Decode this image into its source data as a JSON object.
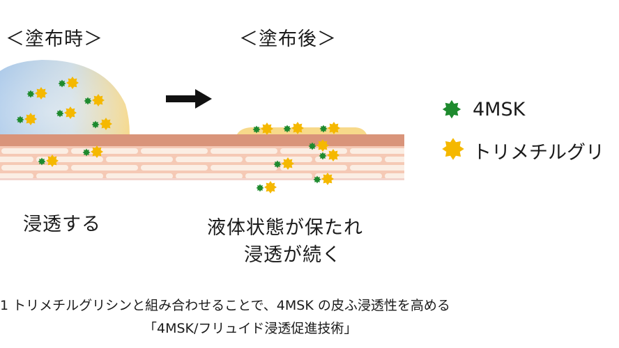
{
  "labels": {
    "before": "＜塗布時＞",
    "after": "＜塗布後＞"
  },
  "descriptions": {
    "before": "浸透する",
    "after_line1": "液体状態が保たれ",
    "after_line2": "浸透が続く"
  },
  "legend": {
    "item1": "4MSK",
    "item2": "トリメチルグリ"
  },
  "caption": {
    "line1": "1  トリメチルグリシンと組み合わせることで、4MSK の皮ふ浸透性を高める",
    "line2": "「4MSK/フリュイド浸透促進技術」"
  },
  "colors": {
    "msk": "#1e8a2e",
    "tg": "#f5b800",
    "skin_top": "#d9947a",
    "skin_cell": "#fbe9dd",
    "skin_line": "#e7b9a6",
    "droplet_blue": "#b7d3ee",
    "droplet_yellow": "#f7d98a",
    "arrow": "#111111"
  },
  "icons": {
    "msk": "green-star-icon",
    "tg": "yellow-star-icon",
    "arrow": "right-arrow-icon"
  }
}
